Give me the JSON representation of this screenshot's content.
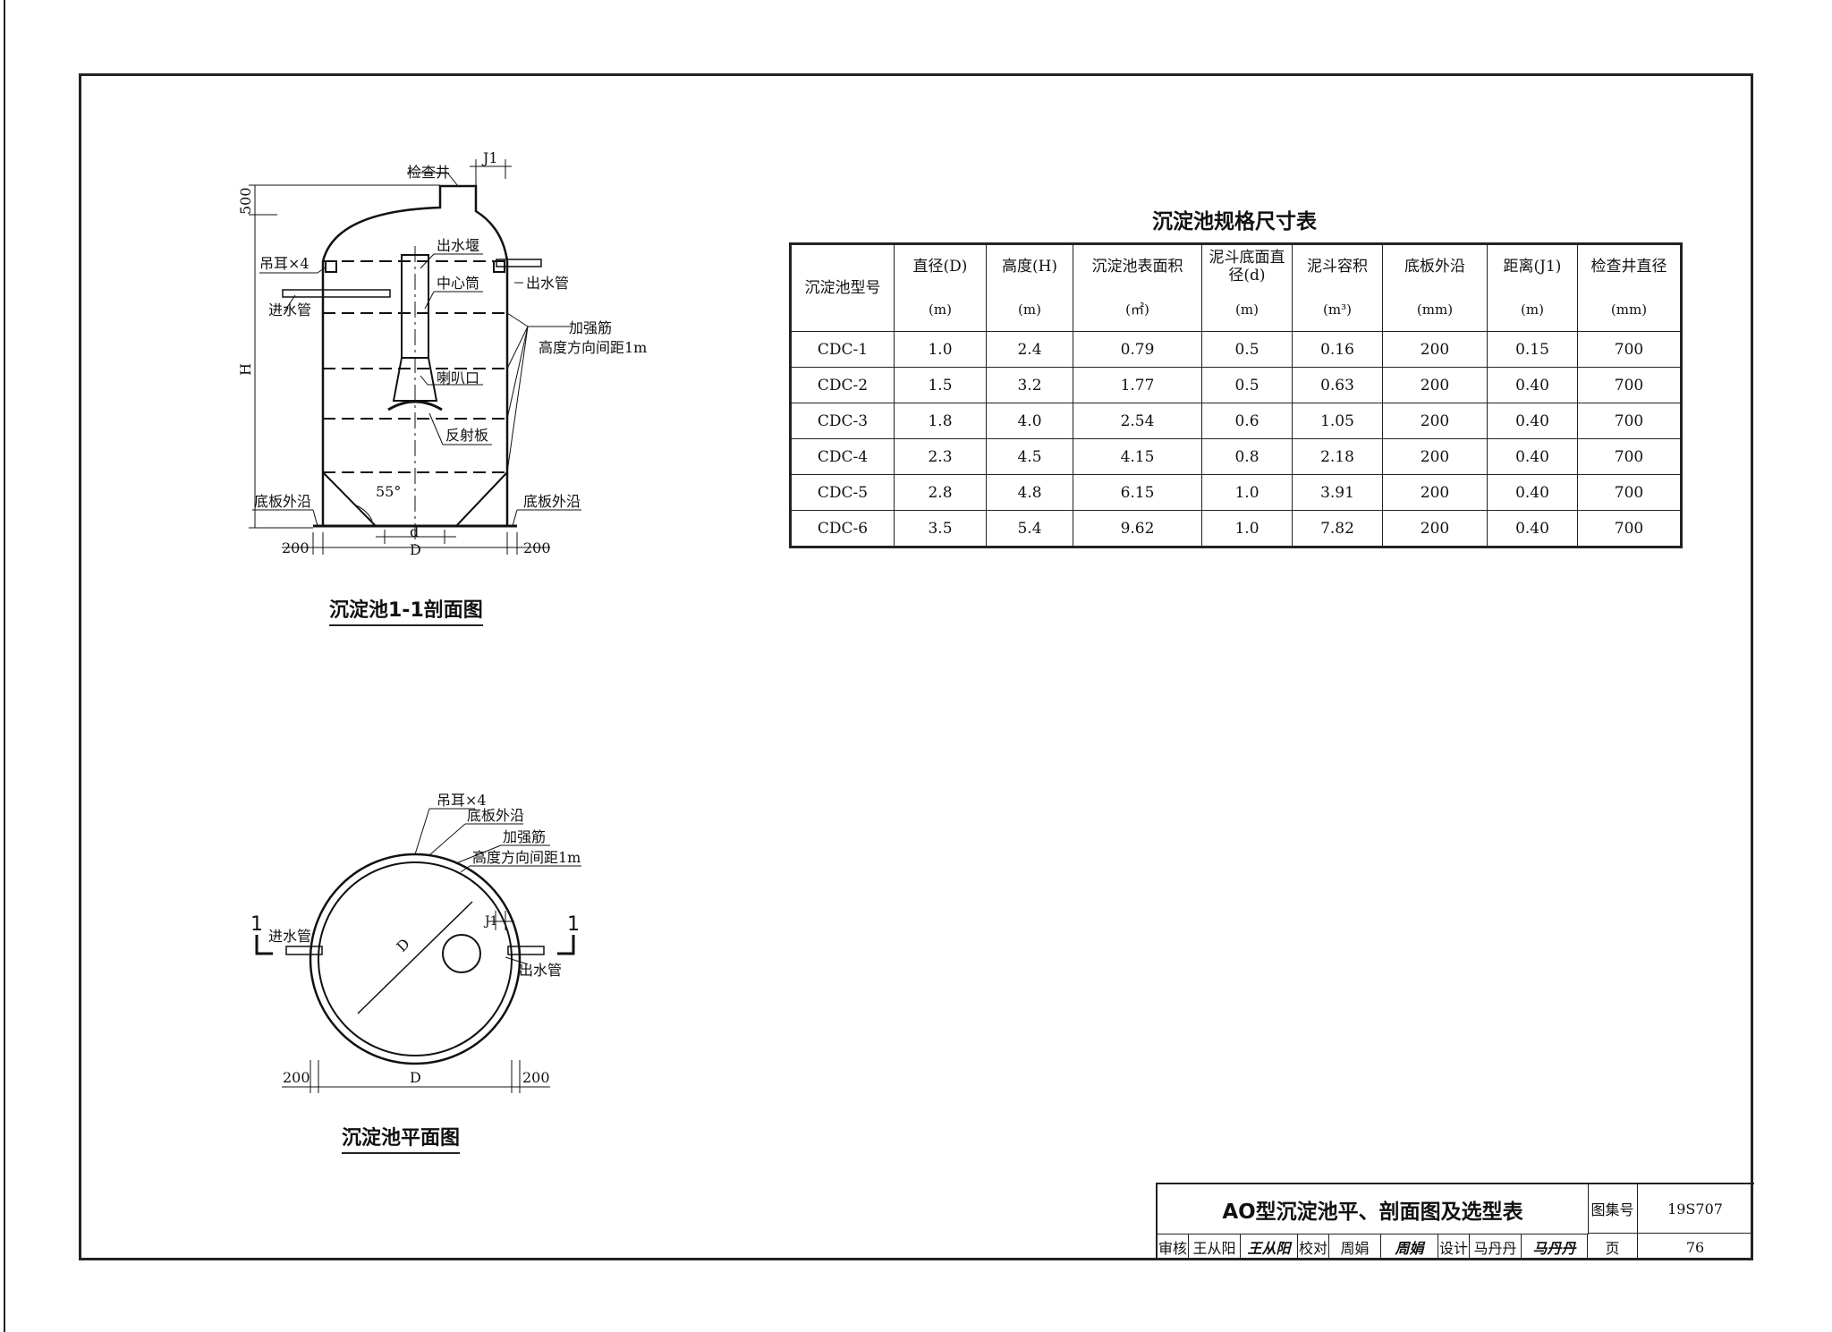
{
  "section_view": {
    "title": "沉淀池1-1剖面图",
    "labels": {
      "inspection_well": "检查井",
      "j1": "J1",
      "dim_500": "500",
      "lifting_lug": "吊耳×4",
      "outlet_weir": "出水堰",
      "outlet_pipe": "出水管",
      "inlet_pipe": "进水管",
      "center_tube": "中心筒",
      "stiffener": "加强筋",
      "stiffener_spacing": "高度方向间距1m",
      "h": "H",
      "bell_mouth": "喇叭口",
      "reflector": "反射板",
      "angle": "55°",
      "base_edge_left": "底板外沿",
      "base_edge_right": "底板外沿",
      "d": "d",
      "dim_200_left": "200",
      "dim_D": "D",
      "dim_200_right": "200"
    }
  },
  "plan_view": {
    "title": "沉淀池平面图",
    "labels": {
      "lifting_lug": "吊耳×4",
      "base_edge": "底板外沿",
      "stiffener": "加强筋",
      "stiffener_spacing": "高度方向间距1m",
      "section_left": "1",
      "section_right": "1",
      "inlet_pipe": "进水管",
      "outlet_pipe": "出水管",
      "j1": "J1",
      "dia_D": "D",
      "dim_200_left": "200",
      "dim_D": "D",
      "dim_200_right": "200"
    }
  },
  "spec_table": {
    "title": "沉淀池规格尺寸表",
    "headers": [
      "沉淀池型号",
      "直径(D)",
      "高度(H)",
      "沉淀池表面积",
      "泥斗底面直径(d)",
      "泥斗容积",
      "底板外沿",
      "距离(J1)",
      "检查井直径"
    ],
    "units": [
      "(m)",
      "(m)",
      "(㎡)",
      "(m)",
      "(m³)",
      "(mm)",
      "(m)",
      "(mm)"
    ],
    "rows": [
      [
        "CDC-1",
        "1.0",
        "2.4",
        "0.79",
        "0.5",
        "0.16",
        "200",
        "0.15",
        "700"
      ],
      [
        "CDC-2",
        "1.5",
        "3.2",
        "1.77",
        "0.5",
        "0.63",
        "200",
        "0.40",
        "700"
      ],
      [
        "CDC-3",
        "1.8",
        "4.0",
        "2.54",
        "0.6",
        "1.05",
        "200",
        "0.40",
        "700"
      ],
      [
        "CDC-4",
        "2.3",
        "4.5",
        "4.15",
        "0.8",
        "2.18",
        "200",
        "0.40",
        "700"
      ],
      [
        "CDC-5",
        "2.8",
        "4.8",
        "6.15",
        "1.0",
        "3.91",
        "200",
        "0.40",
        "700"
      ],
      [
        "CDC-6",
        "3.5",
        "5.4",
        "9.62",
        "1.0",
        "7.82",
        "200",
        "0.40",
        "700"
      ]
    ]
  },
  "title_block": {
    "title": "AO型沉淀池平、剖面图及选型表",
    "atlas_label": "图集号",
    "atlas_value": "19S707",
    "page_label": "页",
    "page_value": "76",
    "review_label": "审核",
    "reviewer": "王从阳",
    "reviewer_sign": "王从阳",
    "check_label": "校对",
    "checker": "周娟",
    "checker_sign": "周娟",
    "design_label": "设计",
    "designer": "马丹丹",
    "designer_sign": "马丹丹"
  }
}
